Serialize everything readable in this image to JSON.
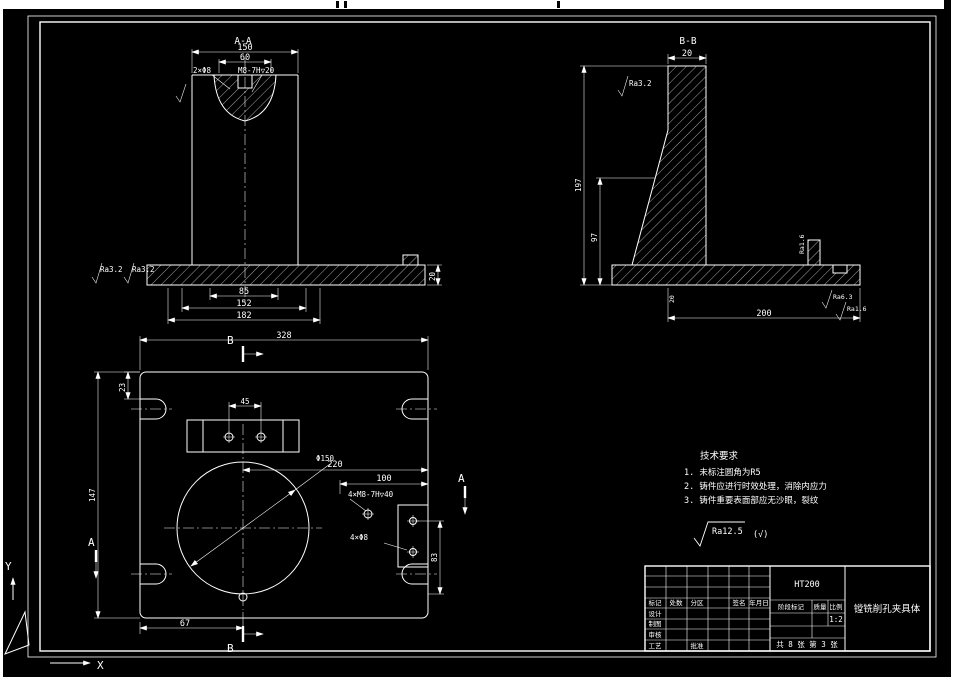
{
  "app": {
    "background": "#000000",
    "line_color": "#ffffff"
  },
  "ucs": {
    "x_label": "X",
    "y_label": "Y"
  },
  "section_aa": {
    "title": "A-A",
    "dim_width_outer": "150",
    "dim_width_inner": "60",
    "callout_holes": "2×Φ8",
    "callout_thread": "M8-7H▽20",
    "ra_left_1": "Ra3.2",
    "ra_left_2": "Ra3.2",
    "dim_85": "85",
    "dim_152": "152",
    "dim_182": "182",
    "dim_thickness": "20"
  },
  "section_bb": {
    "title": "B-B",
    "dim_top": "20",
    "ra_top": "Ra3.2",
    "dim_height_total": "197",
    "dim_height_inner": "97",
    "dim_base": "200",
    "dim_base_thickness": "20",
    "ra_lug": "Ra1.6",
    "ra_right_upper": "Ra6.3",
    "ra_right_lower": "Ra1.6"
  },
  "plan": {
    "dim_width": "328",
    "section_b_label_top": "B",
    "section_b_label_bottom": "B",
    "section_a_label_left": "A",
    "section_a_label_right": "A",
    "dim_corner": "23",
    "dim_height": "147",
    "dim_block_holes": "45",
    "dim_220": "220",
    "dim_100": "100",
    "dim_bore": "Φ150",
    "callout_thread": "4×M8-7H▽40",
    "callout_holes": "4×Φ8",
    "dim_right": "83",
    "dim_bottom": "67"
  },
  "tech_notes": {
    "title": "技术要求",
    "line_1": "1.  未标注圆角为R5",
    "line_2": "2.  铸件应进行时效处理，消除内应力",
    "line_3": "3.  铸件重要表面部应无沙眼，裂纹",
    "finish_value": "Ra12.5",
    "finish_other": "(√)"
  },
  "title_block": {
    "material": "HT200",
    "part_name": "镗铣削孔夹具体",
    "stage_label": "阶段标记",
    "mass_label": "质量",
    "scale_label": "比例",
    "scale_value": "1:2",
    "sheet_info": "共 8 张 第 3 张",
    "rev_headers": [
      "标记",
      "处数",
      "分区",
      "签名",
      "年月日"
    ],
    "roles": [
      "设计",
      "制图",
      "审核",
      "工艺"
    ],
    "approver_label": "批准"
  }
}
